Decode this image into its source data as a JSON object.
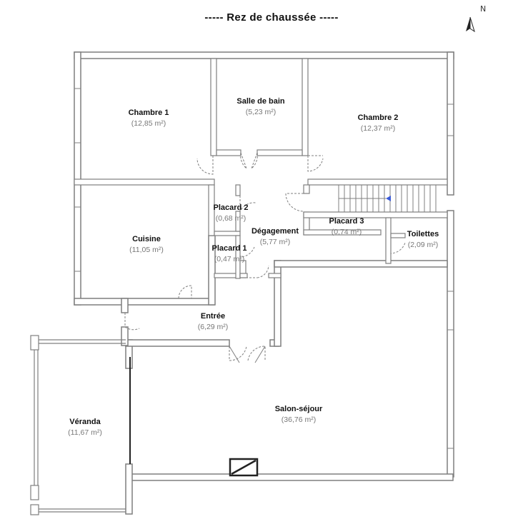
{
  "title": "-----   Rez de chaussée   -----",
  "north_label": "N",
  "colors": {
    "wall_fill": "#ffffff",
    "wall_stroke": "#7f7f7f",
    "text": "#111111",
    "area_text": "#777777"
  },
  "rooms": {
    "chambre1": {
      "name": "Chambre 1",
      "area": "(12,85 m²)"
    },
    "salle_de_bain": {
      "name": "Salle de bain",
      "area": "(5,23 m²)"
    },
    "chambre2": {
      "name": "Chambre 2",
      "area": "(12,37 m²)"
    },
    "placard2": {
      "name": "Placard 2",
      "area": "(0,68 m²)"
    },
    "degagement": {
      "name": "Dégagement",
      "area": "(5,77 m²)"
    },
    "placard3": {
      "name": "Placard 3",
      "area": "(0,74 m²)"
    },
    "toilettes": {
      "name": "Toilettes",
      "area": "(2,09 m²)"
    },
    "cuisine": {
      "name": "Cuisine",
      "area": "(11,05 m²)"
    },
    "placard1": {
      "name": "Placard 1",
      "area": "(0,47 m²)"
    },
    "entree": {
      "name": "Entrée",
      "area": "(6,29 m²)"
    },
    "salon": {
      "name": "Salon-séjour",
      "area": "(36,76 m²)"
    },
    "veranda": {
      "name": "Véranda",
      "area": "(11,67 m²)"
    }
  }
}
